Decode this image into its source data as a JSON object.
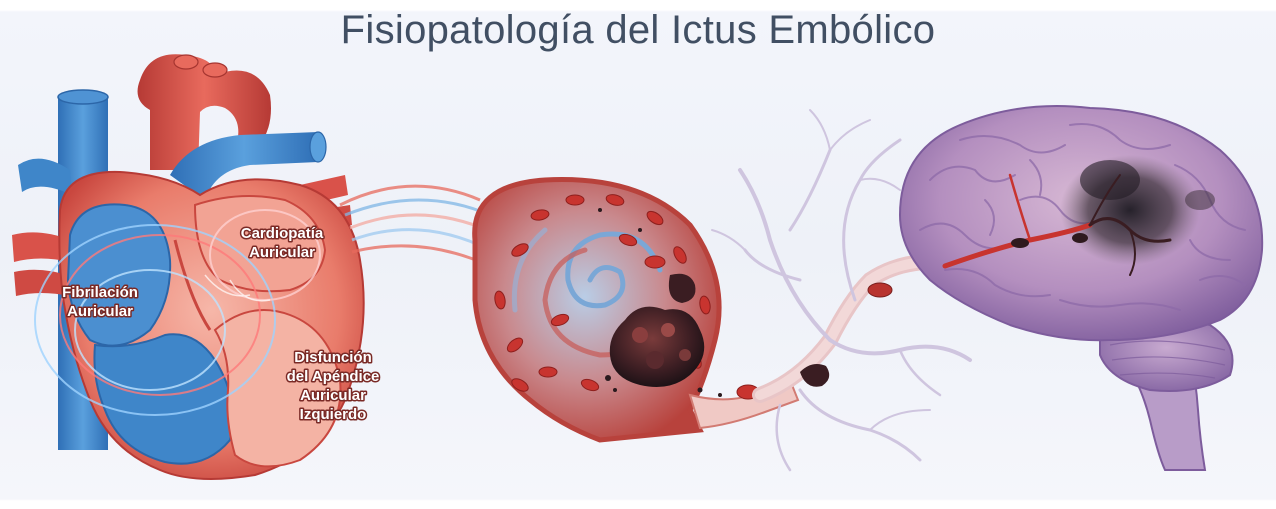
{
  "title": "Fisiopatología del Ictus Embólico",
  "labels": {
    "fibrilacion": [
      "Fibrilación",
      "Auricular"
    ],
    "cardiopatia": [
      "Cardiopatía",
      "Auricular"
    ],
    "disfuncion": [
      "Disfunción",
      "del Apéndice",
      "Auricular",
      "Izquierdo"
    ]
  },
  "colors": {
    "artery_red": "#d9524a",
    "vein_blue": "#3f86c9",
    "myocardium": "#ef9a8a",
    "brain_purple": "#9b7cc0",
    "infarct_dark": "#2b2530",
    "title_text": "#414f63"
  }
}
